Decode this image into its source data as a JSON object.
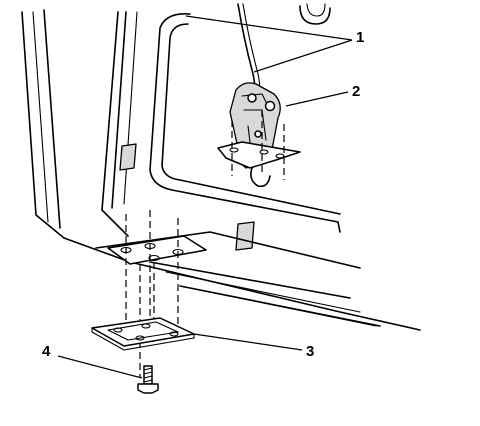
{
  "callouts": [
    {
      "id": "1",
      "text": "1"
    },
    {
      "id": "2",
      "text": "2"
    },
    {
      "id": "3",
      "text": "3"
    },
    {
      "id": "4",
      "text": "4"
    }
  ],
  "colors": {
    "line": "#000000",
    "background": "#ffffff",
    "shade": "#d9d9d9"
  }
}
